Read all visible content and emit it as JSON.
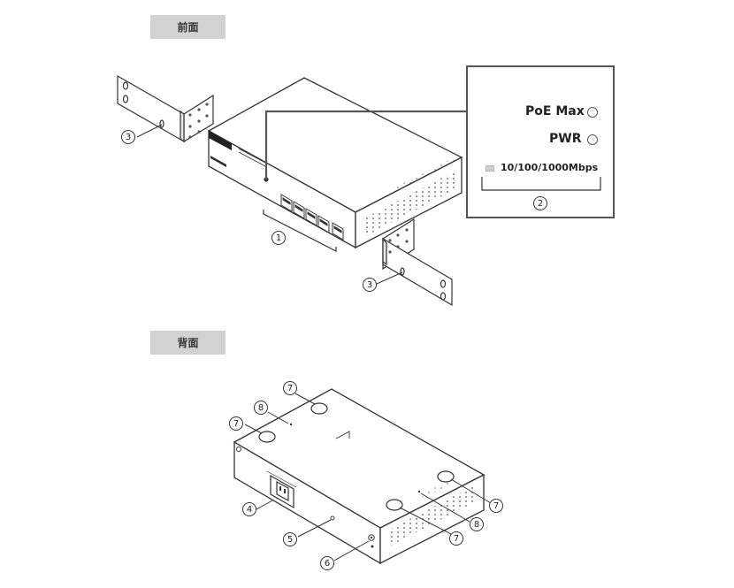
{
  "front": {
    "section_label": "前面",
    "callouts": {
      "ports": "1",
      "leds": "2",
      "bracket_left": "3",
      "bracket_right": "3"
    },
    "led_panel": {
      "poe_max": "PoE Max",
      "pwr": "PWR",
      "speed": "10/100/1000Mbps"
    }
  },
  "back": {
    "section_label": "背面",
    "callouts": {
      "foot_top": "7",
      "foot_left": "7",
      "foot_right": "7",
      "foot_bottom": "7",
      "screw_hole_top": "8",
      "screw_hole_bottom": "8",
      "power_inlet": "4",
      "security_slot": "5",
      "ground_screw": "6"
    }
  },
  "colors": {
    "line": "#333333",
    "label_bg": "#d2d2d2",
    "panel_border": "#555555"
  }
}
